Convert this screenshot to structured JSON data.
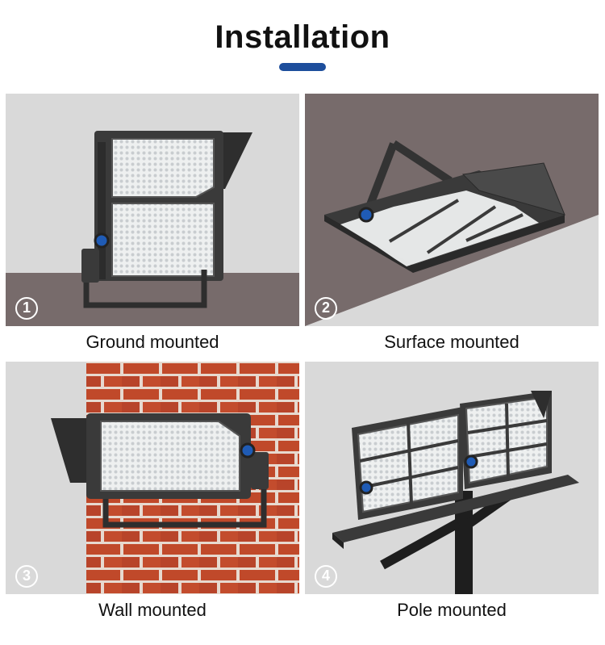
{
  "header": {
    "title": "Installation",
    "accent_color": "#1d4e9c"
  },
  "panels": [
    {
      "number": "1",
      "caption": "Ground mounted",
      "icon": "ground-mounted-floodlight"
    },
    {
      "number": "2",
      "caption": "Surface mounted",
      "icon": "surface-mounted-floodlight"
    },
    {
      "number": "3",
      "caption": "Wall mounted",
      "icon": "wall-mounted-floodlight"
    },
    {
      "number": "4",
      "caption": "Pole mounted",
      "icon": "pole-mounted-floodlight"
    }
  ],
  "colors": {
    "panel_light_bg": "#d9d9d9",
    "panel_dark_bg": "#776b6b",
    "brick": "#c0492a",
    "mortar": "#e7d9cf",
    "fixture": "#3a3a3a",
    "led": "#eef0f0"
  }
}
